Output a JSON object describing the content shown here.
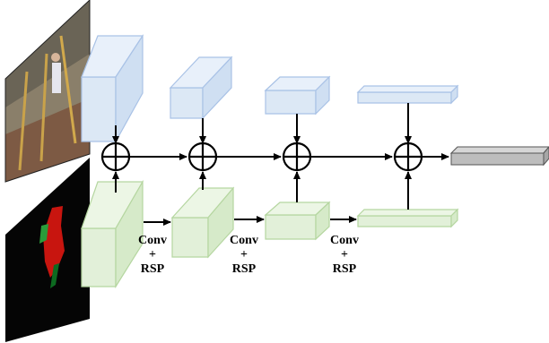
{
  "colors": {
    "blue_face": "#dce8f5",
    "blue_edge": "#a9c2e6",
    "green_face": "#e2f0d9",
    "green_edge": "#b5d6a0",
    "gray_output": "#bdbdbd",
    "arrow": "#000000"
  },
  "images": [
    {
      "name": "rgb-frame-image",
      "description_icon": "photo-icon"
    },
    {
      "name": "flow-mask-image",
      "description_icon": "photo-icon"
    }
  ],
  "operations": [
    {
      "line1": "Conv",
      "line2": "+",
      "line3": "RSP"
    },
    {
      "line1": "Conv",
      "line2": "+",
      "line3": "RSP"
    },
    {
      "line1": "Conv",
      "line2": "+",
      "line3": "RSP"
    }
  ],
  "fusion_nodes": [
    {
      "icon": "circle-plus-icon"
    },
    {
      "icon": "circle-plus-icon"
    },
    {
      "icon": "circle-plus-icon"
    },
    {
      "icon": "circle-plus-icon"
    }
  ]
}
